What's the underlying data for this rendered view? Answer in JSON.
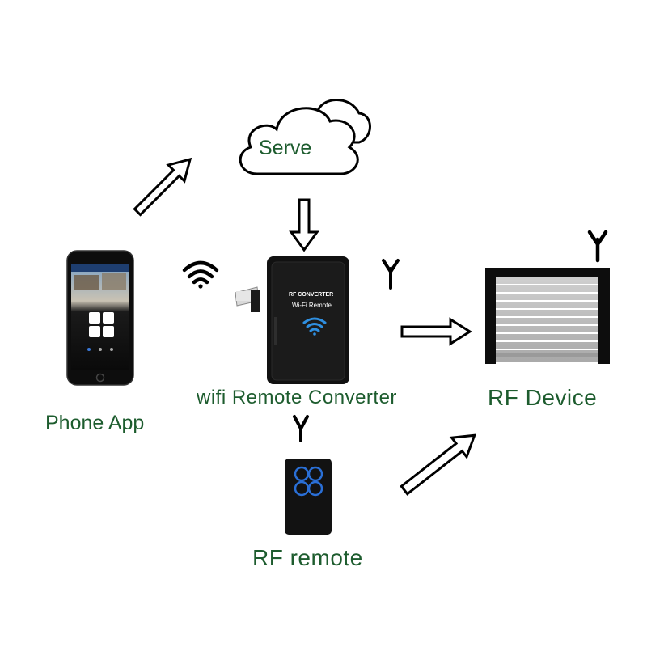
{
  "labels": {
    "serve": "Serve",
    "converter": "wifi Remote Converter",
    "phone_app": "Phone App",
    "rf_device": "RF Device",
    "rf_remote": "RF remote"
  },
  "converter_device": {
    "line1": "RF CONVERTER",
    "line2": "Wi-Fi  Remote"
  },
  "colors": {
    "label_text": "#1d5c2e",
    "wifi_blue": "#2f8fe0",
    "remote_button_blue": "#2a6fd6",
    "device_black": "#111111",
    "shutter_slat": "#b8b8b8"
  },
  "icons": [
    "cloud-icon",
    "arrow-icon",
    "wifi-icon",
    "antenna-icon",
    "phone-icon",
    "converter-device-icon",
    "rf-remote-icon",
    "roller-shutter-icon"
  ]
}
